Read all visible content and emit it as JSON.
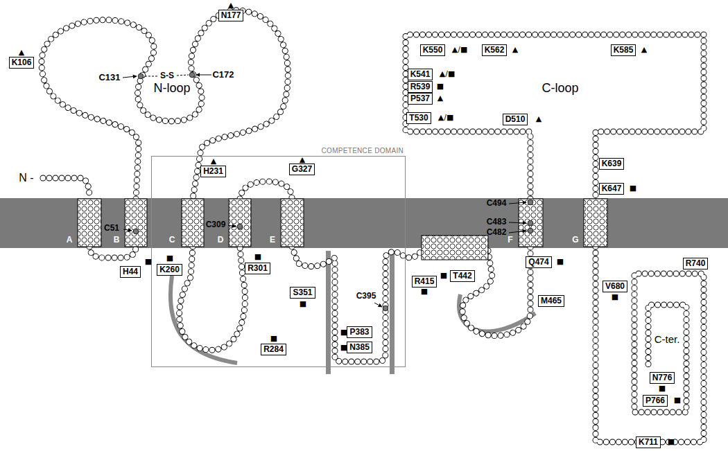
{
  "diagram": {
    "nodes": [
      {
        "text": [
          "K106"
        ]
      },
      {
        "text": [
          "N177"
        ]
      },
      {
        "text": [
          "K550"
        ]
      },
      {
        "text": [
          "K562"
        ]
      },
      {
        "text": [
          "K585"
        ]
      },
      {
        "text": [
          "K541"
        ]
      },
      {
        "text": [
          "R539"
        ]
      },
      {
        "text": [
          "P537"
        ]
      },
      {
        "text": [
          "T530"
        ]
      },
      {
        "text": [
          "D510"
        ]
      },
      {
        "text": [
          "COMPETENCE DOMAIN"
        ]
      },
      {
        "text": [
          "H231"
        ],
        "in": 10
      },
      {
        "text": [
          "G327"
        ],
        "in": 10
      },
      {
        "text": [
          "K639"
        ]
      },
      {
        "text": [
          "K647"
        ]
      },
      {
        "text": [
          "H44"
        ]
      },
      {
        "text": [
          "K260"
        ],
        "in": 10
      },
      {
        "text": [
          "R301"
        ],
        "in": 10
      },
      {
        "text": [
          "S351"
        ],
        "in": 10
      },
      {
        "text": [
          "P383"
        ],
        "in": 10
      },
      {
        "text": [
          "N385"
        ],
        "in": 10
      },
      {
        "text": [
          "R284"
        ],
        "in": 10
      },
      {
        "text": [
          "R415"
        ]
      },
      {
        "text": [
          "T442"
        ]
      },
      {
        "text": [
          "Q474"
        ]
      },
      {
        "text": [
          "M465"
        ]
      },
      {
        "text": [
          "V680"
        ]
      },
      {
        "text": [
          "R740"
        ]
      },
      {
        "text": [
          "N776"
        ]
      },
      {
        "text": [
          "P766"
        ]
      },
      {
        "text": [
          "K711"
        ]
      }
    ],
    "labels": [
      "N -",
      "C131",
      "S-S",
      "C172",
      "N-loop",
      "A",
      "B",
      "C",
      "D",
      "E",
      "F",
      "G",
      "C51",
      "C309",
      "C395",
      "C494",
      "C483",
      "C482",
      "C-loop",
      "C-ter.",
      "▲",
      "▲",
      "▲/■",
      "▲",
      "▲",
      "▲/■",
      "■",
      "▲",
      "▲/■",
      "▲",
      "▲",
      "▲",
      "■",
      "■",
      "■",
      "■",
      "■",
      "■",
      "■",
      "■",
      "■",
      "■",
      "■",
      "■",
      "■",
      "■",
      "■"
    ]
  }
}
